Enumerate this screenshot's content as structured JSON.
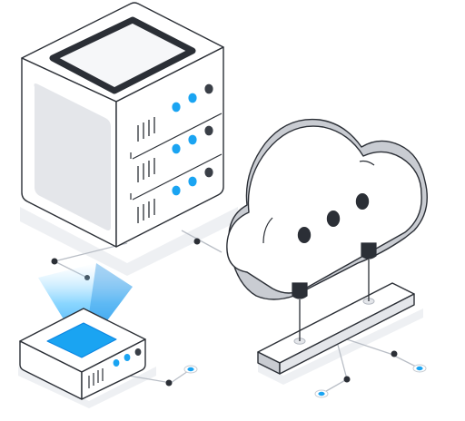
{
  "illustration": {
    "kind": "isometric network illustration",
    "objects": [
      "server-rack",
      "cloud",
      "mini-server-with-light-beam",
      "connector-base-bar",
      "connection-lines"
    ],
    "colors": {
      "outline": "#2b2f36",
      "face_light": "#ffffff",
      "face_grey": "#e4e6ea",
      "face_mid": "#c9ccd2",
      "shadow": "#eceef1",
      "accent": "#1aa4f2",
      "accent_dark": "#0b84e0",
      "dot_dark": "#3a3f47"
    },
    "server_rack": {
      "slots": 3,
      "indicator_leds_per_slot": 3
    },
    "cloud": {
      "dots": 3,
      "connectors": 2
    },
    "mini_server": {
      "indicator_leds": 3
    }
  }
}
